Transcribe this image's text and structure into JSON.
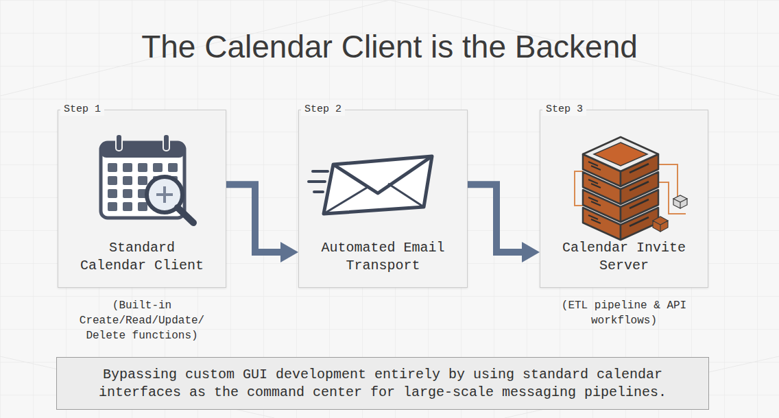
{
  "diagram": {
    "title": "The Calendar Client is the Backend",
    "nodes": [
      {
        "text": [
          "Step 1",
          "Standard Calendar Client",
          "(Built-in Create/Read/Update/ Delete functions)"
        ]
      },
      {
        "text": [
          "Step 2",
          "Automated Email Transport"
        ]
      },
      {
        "text": [
          "Step 3",
          "Calendar Invite Server",
          "(ETL pipeline & API workflows)"
        ]
      },
      {
        "text": [
          "Bypassing custom GUI development entirely by using standard calendar interfaces as the command center for large-scale messaging pipelines."
        ]
      }
    ],
    "edges": [
      {
        "from": 0,
        "to": 1,
        "arrow": "to"
      },
      {
        "from": 1,
        "to": 2,
        "arrow": "to"
      }
    ]
  }
}
